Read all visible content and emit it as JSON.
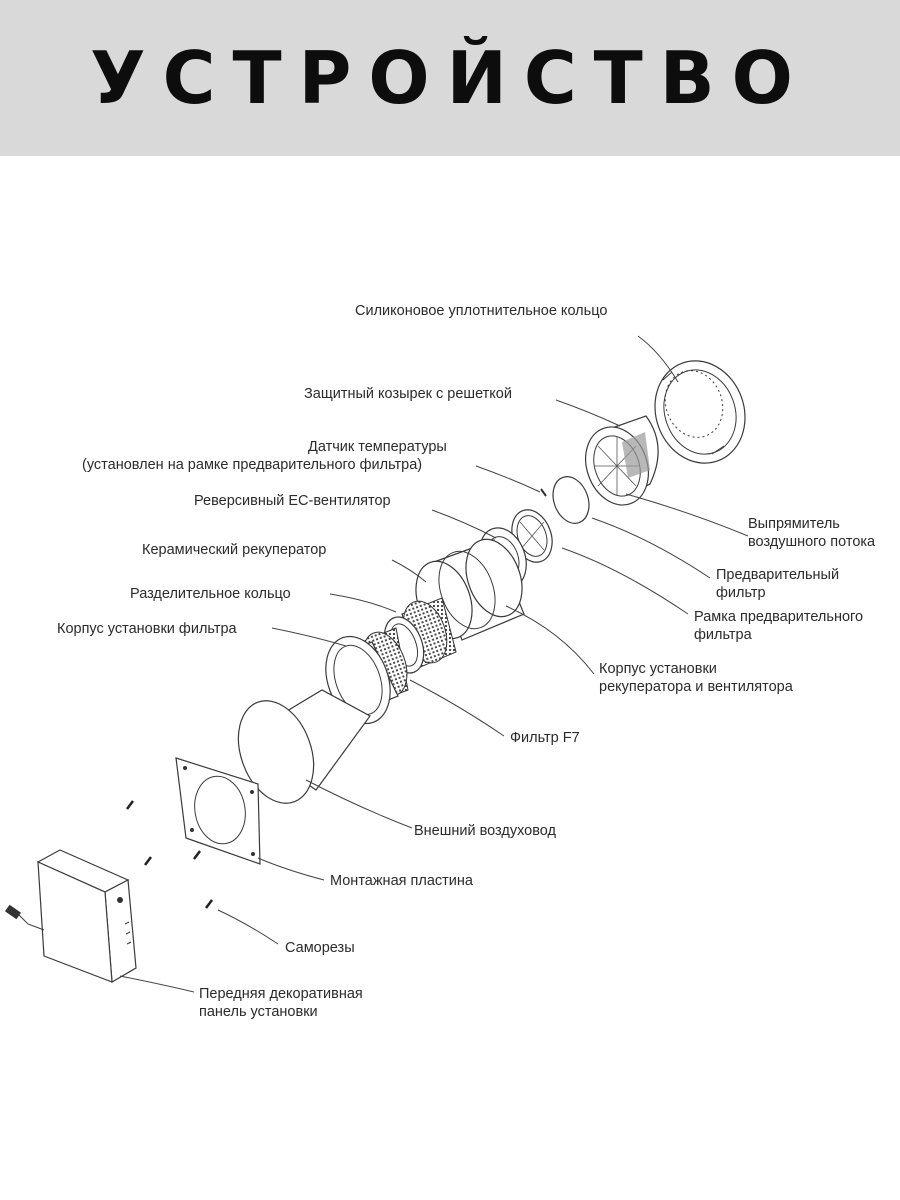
{
  "header": {
    "title": "УСТРОЙСТВО"
  },
  "labels": {
    "silicone_ring": "Силиконовое уплотнительное кольцо",
    "visor": "Защитный козырек с решеткой",
    "temp_sensor_1": "Датчик температуры",
    "temp_sensor_2": "(установлен на рамке предварительного фильтра)",
    "fan": "Реверсивный ЕС-вентилятор",
    "recuperator": "Керамический рекуператор",
    "separator_ring": "Разделительное кольцо",
    "filter_housing": "Корпус установки фильтра",
    "flow_straightener_1": "Выпрямитель",
    "flow_straightener_2": "воздушного потока",
    "prefilter_1": "Предварительный",
    "prefilter_2": "фильтр",
    "prefilter_frame_1": "Рамка предварительного",
    "prefilter_frame_2": "фильтра",
    "recup_housing_1": "Корпус установки",
    "recup_housing_2": "рекуператора и вентилятора",
    "filter_f7": "Фильтр F7",
    "outer_duct": "Внешний воздуховод",
    "mount_plate": "Монтажная пластина",
    "screws": "Саморезы",
    "front_panel_1": "Передняя декоративная",
    "front_panel_2": "панель установки"
  }
}
